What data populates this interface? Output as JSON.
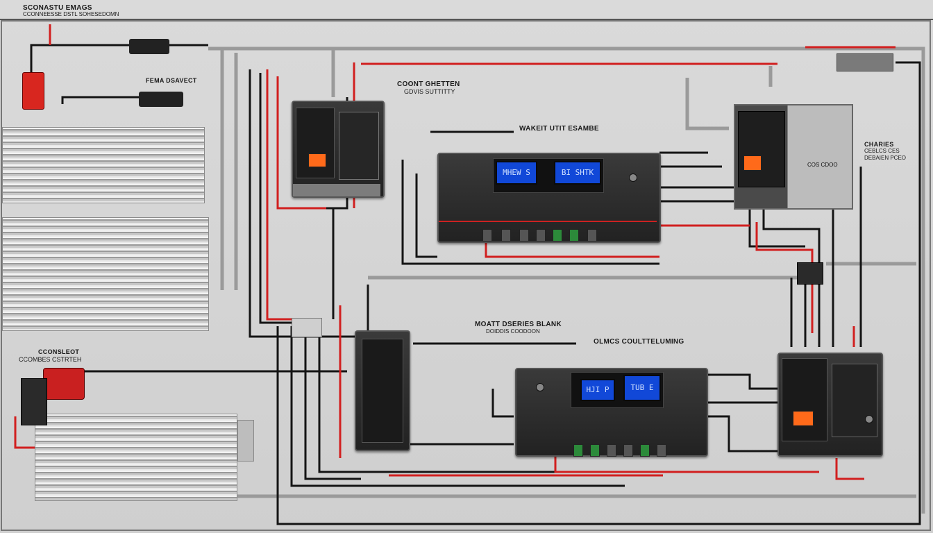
{
  "labels": {
    "top_left": "SCONASTU EMAGS",
    "top_left_sub": "CCONNEESSE DSTL SOHESEDOMN",
    "left_panel": "FEMA DSAVECT",
    "center_top": "COONT GHETTEN",
    "center_top_sub": "GDVIS SUTTITTY",
    "inverter_top": "WAKEIT UTIT ESAMBE",
    "right_top": "CHARIES",
    "right_top_sub1": "CEBLCS CES",
    "right_top_sub2": "DEBAIEN PCEO",
    "right_box": "COS CDOO",
    "bottom_left": "CCONSLEOT",
    "bottom_left_sub": "CCOMBES CSTRTEH",
    "battery_bank": "MOATT DSERIES BLANK",
    "battery_bank_sub": "DOIDDIS COODOON",
    "bottom_center": "OLMCS COULTTELUMING"
  },
  "displays": {
    "upper_left": "MHEW S",
    "upper_right": "BI SHTK",
    "lower_left": "HJI P",
    "lower_right": "TUB E"
  },
  "colors": {
    "wire_red": "#d11f1f",
    "wire_black": "#141414",
    "wire_gray": "#8c8c8c",
    "screen_blue": "#1148d8",
    "accent_orange": "#ff6a1a"
  }
}
